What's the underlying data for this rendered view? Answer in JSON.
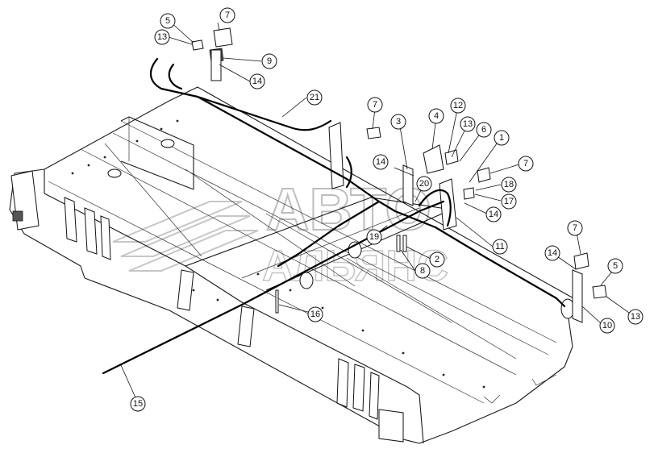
{
  "watermark": {
    "line1": "АВТО",
    "line2": "АЛЬЯНС"
  },
  "callouts": [
    {
      "id": "c5a",
      "label": "5"
    },
    {
      "id": "c7a",
      "label": "7"
    },
    {
      "id": "c13a",
      "label": "13"
    },
    {
      "id": "c9",
      "label": "9"
    },
    {
      "id": "c14a",
      "label": "14"
    },
    {
      "id": "c21",
      "label": "21"
    },
    {
      "id": "c7b",
      "label": "7"
    },
    {
      "id": "c3",
      "label": "3"
    },
    {
      "id": "c4",
      "label": "4"
    },
    {
      "id": "c12",
      "label": "12"
    },
    {
      "id": "c13b",
      "label": "13"
    },
    {
      "id": "c6",
      "label": "6"
    },
    {
      "id": "c1",
      "label": "1"
    },
    {
      "id": "c7c",
      "label": "7"
    },
    {
      "id": "c14b",
      "label": "14"
    },
    {
      "id": "c18",
      "label": "18"
    },
    {
      "id": "c17",
      "label": "17"
    },
    {
      "id": "c20",
      "label": "20"
    },
    {
      "id": "c14c",
      "label": "14"
    },
    {
      "id": "c19",
      "label": "19"
    },
    {
      "id": "c11",
      "label": "11"
    },
    {
      "id": "c8",
      "label": "8"
    },
    {
      "id": "c2",
      "label": "2"
    },
    {
      "id": "c7d",
      "label": "7"
    },
    {
      "id": "c14d",
      "label": "14"
    },
    {
      "id": "c5b",
      "label": "5"
    },
    {
      "id": "c10",
      "label": "10"
    },
    {
      "id": "c13c",
      "label": "13"
    },
    {
      "id": "c16",
      "label": "16"
    },
    {
      "id": "c15",
      "label": "15"
    }
  ]
}
